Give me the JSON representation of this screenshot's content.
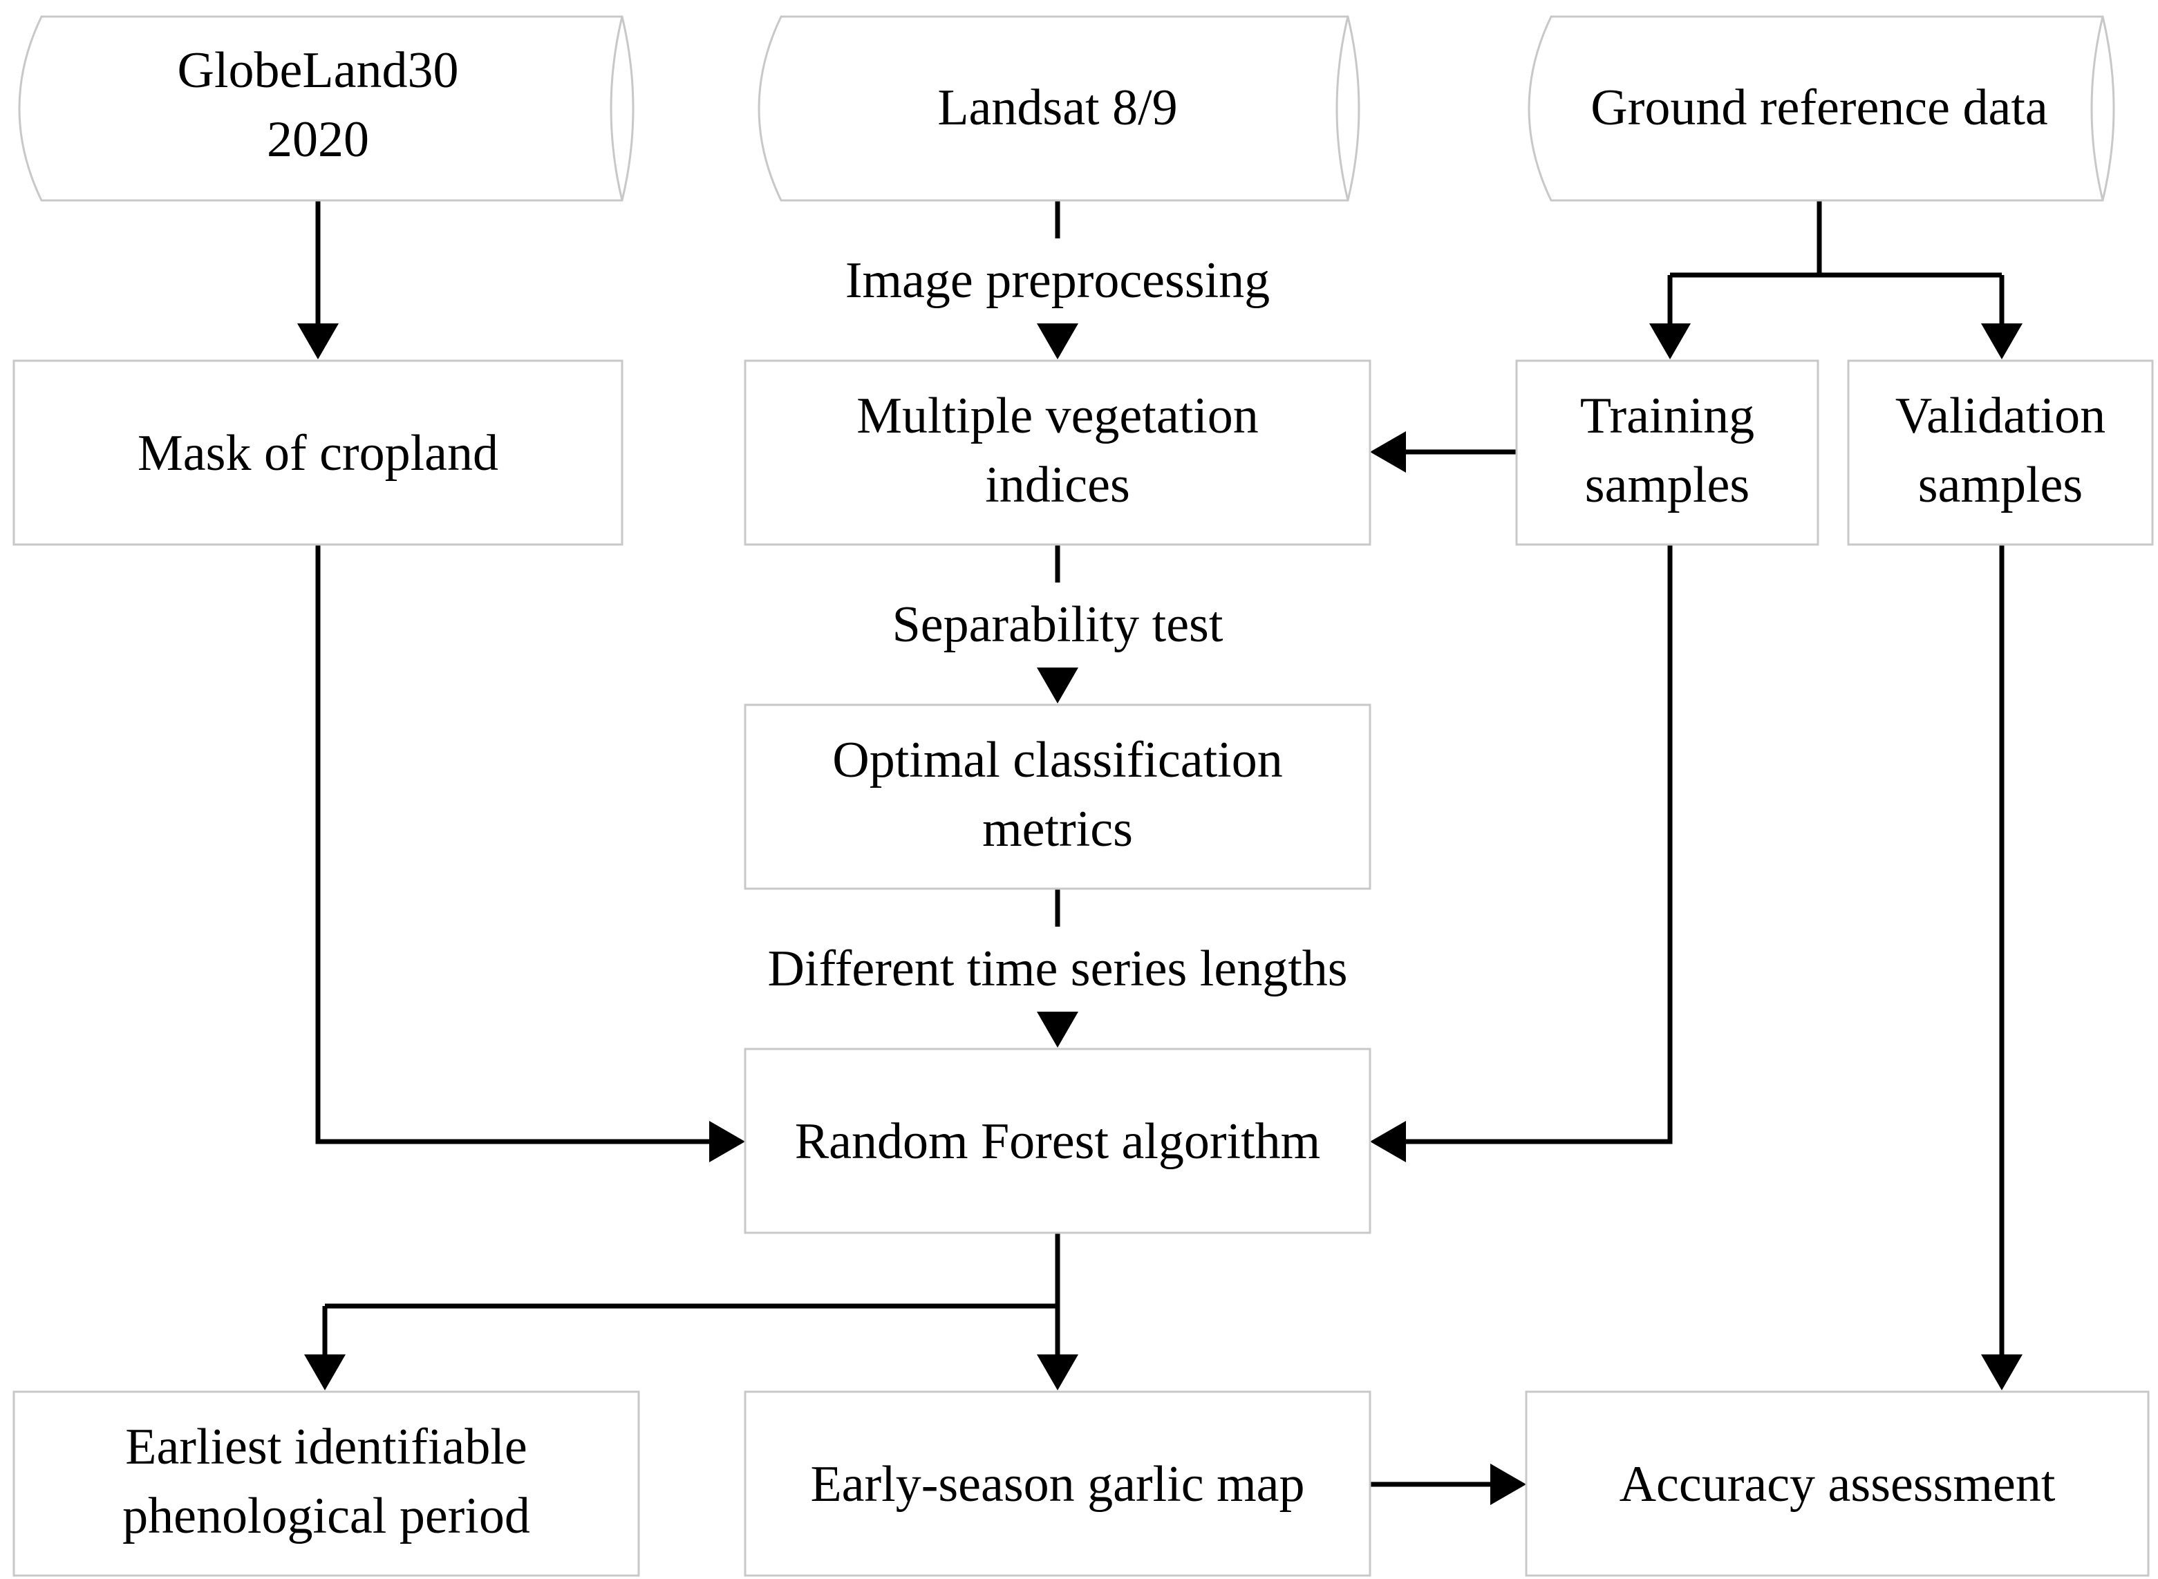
{
  "nodes": {
    "globeland": {
      "lines": [
        "GlobeLand30",
        "2020"
      ]
    },
    "landsat": {
      "lines": [
        "Landsat 8/9"
      ]
    },
    "ground": {
      "lines": [
        "Ground reference data"
      ]
    },
    "mask": {
      "lines": [
        "Mask of cropland"
      ]
    },
    "vegetation": {
      "lines": [
        "Multiple vegetation",
        "indices"
      ]
    },
    "training": {
      "lines": [
        "Training",
        "samples"
      ]
    },
    "validation": {
      "lines": [
        "Validation",
        "samples"
      ]
    },
    "optimal": {
      "lines": [
        "Optimal classification",
        "metrics"
      ]
    },
    "random_forest": {
      "lines": [
        "Random Forest algorithm"
      ]
    },
    "earliest": {
      "lines": [
        "Earliest identifiable",
        "phenological period"
      ]
    },
    "garlic_map": {
      "lines": [
        "Early-season garlic map"
      ]
    },
    "accuracy": {
      "lines": [
        "Accuracy assessment"
      ]
    }
  },
  "edge_labels": {
    "preprocessing": "Image preprocessing",
    "separability": "Separability test",
    "time_series": "Different time series lengths"
  },
  "edges": [
    {
      "from": "globeland",
      "to": "mask",
      "style": "solid"
    },
    {
      "from": "landsat",
      "to": "vegetation",
      "style": "dashed",
      "label": "preprocessing"
    },
    {
      "from": "ground",
      "to": "training",
      "style": "solid"
    },
    {
      "from": "ground",
      "to": "validation",
      "style": "solid"
    },
    {
      "from": "training",
      "to": "vegetation",
      "style": "solid"
    },
    {
      "from": "vegetation",
      "to": "optimal",
      "style": "dashed",
      "label": "separability"
    },
    {
      "from": "optimal",
      "to": "random_forest",
      "style": "dashed",
      "label": "time_series"
    },
    {
      "from": "mask",
      "to": "random_forest",
      "style": "solid"
    },
    {
      "from": "training",
      "to": "random_forest",
      "style": "solid"
    },
    {
      "from": "random_forest",
      "to": "earliest",
      "style": "solid"
    },
    {
      "from": "random_forest",
      "to": "garlic_map",
      "style": "solid"
    },
    {
      "from": "validation",
      "to": "accuracy",
      "style": "solid"
    },
    {
      "from": "garlic_map",
      "to": "accuracy",
      "style": "solid"
    }
  ]
}
